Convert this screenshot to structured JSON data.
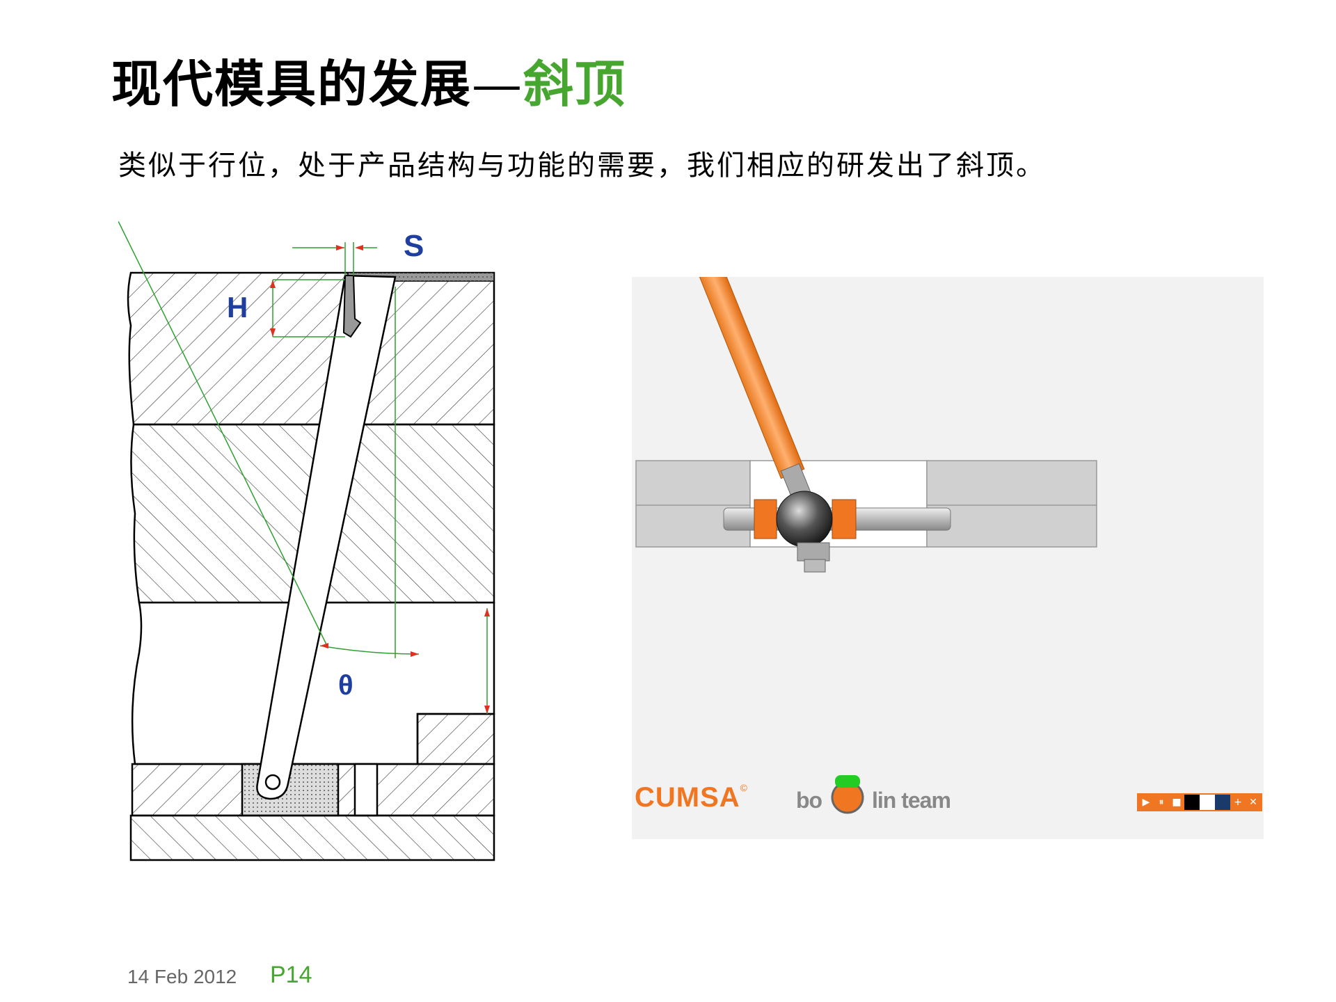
{
  "slide": {
    "title_main": "现代模具的发展",
    "title_dash": "—",
    "title_highlight": "斜顶",
    "subtitle": "类似于行位，处于产品结构与功能的需要，我们相应的研发出了斜顶。"
  },
  "diagram": {
    "label_s": "S",
    "label_h": "H",
    "label_theta": "θ"
  },
  "animation": {
    "brand_cumsa": "CUMSA",
    "brand_copyright": "©",
    "brand_bo": "bo",
    "brand_lin": "lin team",
    "controls": [
      {
        "name": "play-icon",
        "glyph": "▶"
      },
      {
        "name": "pause-icon",
        "glyph": "⏸"
      },
      {
        "name": "stop-icon",
        "glyph": "■"
      },
      {
        "name": "color-black-icon",
        "glyph": ""
      },
      {
        "name": "color-white-icon",
        "glyph": ""
      },
      {
        "name": "color-blue-icon",
        "glyph": ""
      },
      {
        "name": "zoom-icon",
        "glyph": "+"
      },
      {
        "name": "close-icon",
        "glyph": "✕"
      }
    ]
  },
  "footer": {
    "date": "14 Feb 2012",
    "page": "P14"
  },
  "colors": {
    "accent_green": "#47a62f",
    "brand_orange": "#f07622",
    "label_blue": "#1f3fa0",
    "dimension_red": "#e03020"
  }
}
